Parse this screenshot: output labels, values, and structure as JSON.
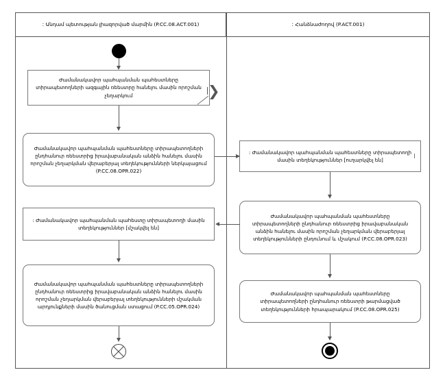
{
  "diagram": {
    "type": "uml-activity-diagram",
    "title": "",
    "lanes": [
      {
        "id": "lane-member-state-authority",
        "header": ": Անդամ պետության լիազորված մարմին  (P.CC.08.ACT.001)"
      },
      {
        "id": "lane-commission",
        "header": ": Հանձնաժողով (P.ACT.001)"
      }
    ],
    "nodes": {
      "note_start": {
        "kind": "note",
        "text": "Ժամանակավոր պահպանման պահեստները տիրապետողների ազգային ռեեստրը հանելու մասին որոշման չեղարկում"
      },
      "action_022": {
        "kind": "action",
        "text": "Ժամանակավոր պահպանման պահեստները տիրապետողների ընդհանուր ռեեստրից իրավաբանական անձին հանելու մասին որոշման չեղարկման վերաբերյալ տեղեկությունների ներկայացում (P.CC.08.OPR.022)",
        "code": "P.CC.08.OPR.022"
      },
      "object_sent": {
        "kind": "object",
        "text": ": Ժամանակավոր պահպանման պահեստները տիրապետողի մասին տեղեկություններ [ուղարկվել են]",
        "state": "[ուղարկվել են]"
      },
      "action_023": {
        "kind": "action",
        "text": "Ժամանակավոր պահպանման պահեստները տիրապետողների ընդհանուր ռեեստրից իրավաբանական անձին հանելու մասին որոշման չեղարկման վերաբերյալ տեղեկությունների ընդունում և մշակում (P.CC.08.OPR.023)",
        "code": "P.CC.08.OPR.023"
      },
      "object_processed": {
        "kind": "object",
        "text": ": Ժամանակավոր պահպանման պահեստը տիրապետողի մասին տեղեկություններ [մշակվել են]",
        "state": "[մշակվել են]"
      },
      "action_024": {
        "kind": "action",
        "text": "Ժամանակավոր պահպանման պահեստները տիրապետողների ընդհանուր ռեեստրից իրավաբանական անձին հանելու մասին որոշման չեղարկման վերաբերյալ տեղեկությունների մշակման արդյունքների մասին ծանուցման ստացում (P.CC.05.OPR.024)",
        "code": "P.CC.05.OPR.024"
      },
      "action_025": {
        "kind": "action",
        "text": "Ժամանակավոր պահպանման պահեստները տիրապետողների ընդհանուր ռեեստրի թարմացված տեղեկությունների հրապարակում (P.CC.08.OPR.025)",
        "code": "P.CC.08.OPR.025"
      }
    },
    "control_nodes": {
      "initial": "initial-node",
      "flow_final": "flow-final-node",
      "activity_final": "activity-final-node",
      "chevron": "chevron-marker"
    }
  }
}
